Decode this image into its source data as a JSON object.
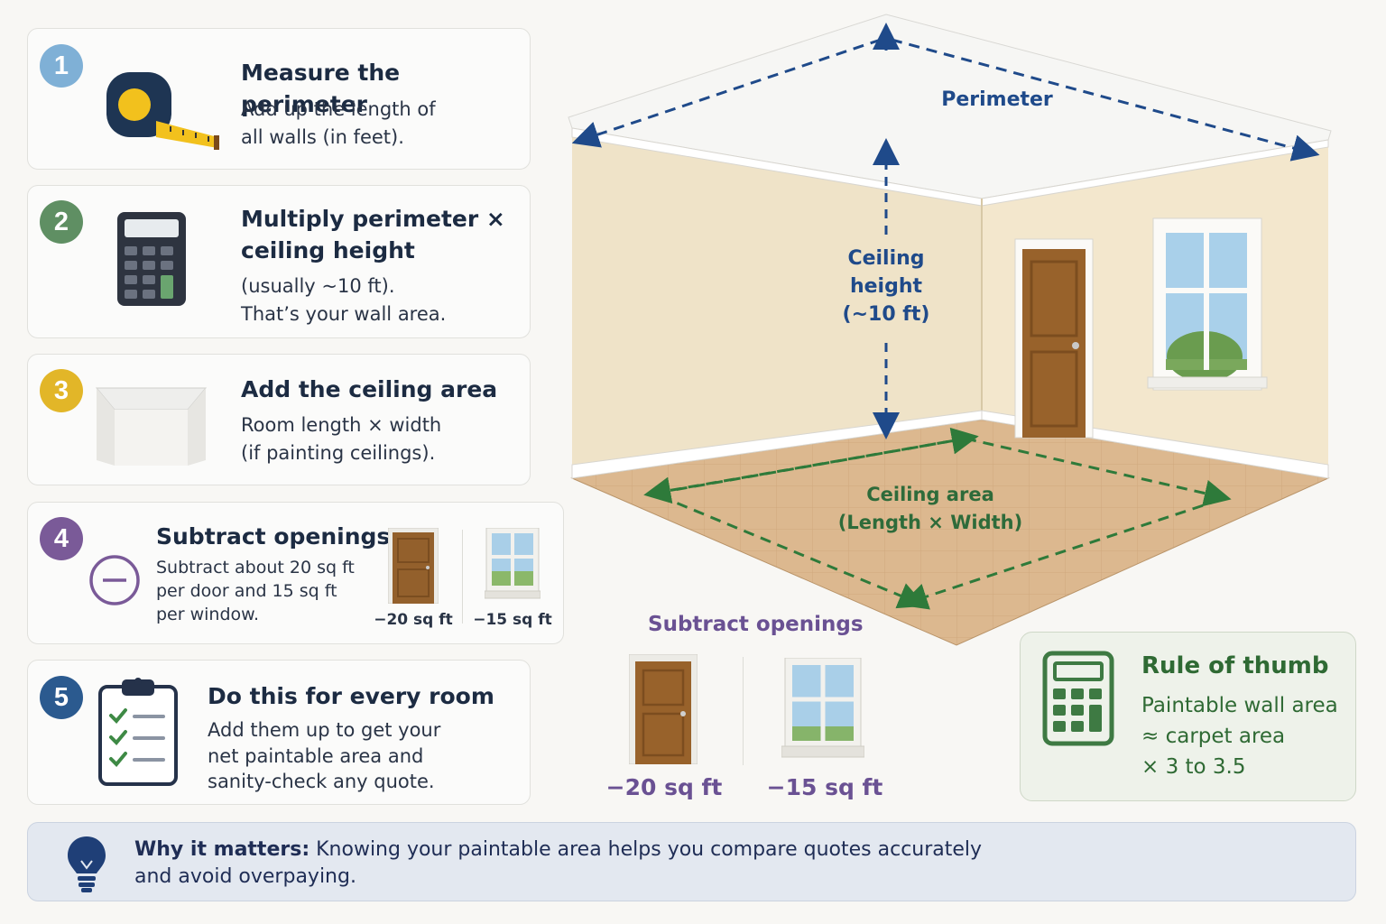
{
  "steps": [
    {
      "num": "1",
      "title": "Measure the perimeter",
      "lines": [
        "Add up the length of",
        "all walls (in feet)."
      ],
      "color": "#7fb0d6"
    },
    {
      "num": "2",
      "title_lines": [
        "Multiply perimeter ×",
        "ceiling height"
      ],
      "lines": [
        "(usually ~10 ft).",
        "That’s your wall area."
      ],
      "color": "#5f8f63"
    },
    {
      "num": "3",
      "title": "Add the ceiling area",
      "lines": [
        "Room length × width",
        "(if painting ceilings)."
      ],
      "color": "#e2b628"
    },
    {
      "num": "4",
      "title": "Subtract openings",
      "lines": [
        "Subtract about 20 sq ft",
        "per door and 15 sq ft",
        "per window."
      ],
      "door_value": "−20 sq ft",
      "window_value": "−15 sq ft",
      "color": "#7a5a98"
    },
    {
      "num": "5",
      "title": "Do this for every room",
      "lines": [
        "Add them up to get your",
        "net paintable area and",
        "sanity-check any quote."
      ],
      "color": "#2b5a8f"
    }
  ],
  "diagram": {
    "perimeter_label": "Perimeter",
    "ceiling_height_lines": [
      "Ceiling",
      "height",
      "(~10 ft)"
    ],
    "ceiling_area_lines": [
      "Ceiling area",
      "(Length × Width)"
    ]
  },
  "openings": {
    "title": "Subtract openings",
    "door_value": "−20 sq ft",
    "window_value": "−15 sq ft"
  },
  "rule_of_thumb": {
    "title": "Rule of thumb",
    "lines": [
      "Paintable wall area",
      "≈ carpet area",
      "× 3 to 3.5"
    ]
  },
  "why": {
    "label": "Why it matters:",
    "text_line1": " Knowing your paintable area helps you compare quotes accurately",
    "text_line2": "and avoid overpaying."
  },
  "colors": {
    "blue_label": "#1f4a8a",
    "green_label": "#2e6b3a",
    "purple": "#6a5193"
  }
}
